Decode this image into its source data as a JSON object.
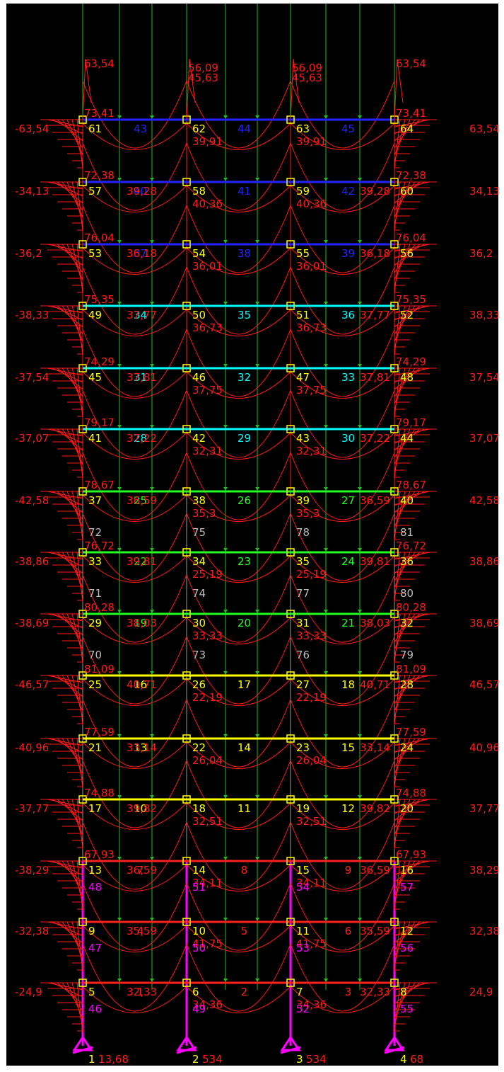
{
  "colors": {
    "background": "#000000",
    "moment": "#ff1a1a",
    "load_arrow": "#22bb22",
    "node_label": "#ffff00",
    "node_box": "#ffff00",
    "column_upper": "#999999",
    "column_lower": "#ff00ff",
    "support": "#ff00ff"
  },
  "floors": [
    {
      "level": 14,
      "color": "#2323ff",
      "nodes": [
        "61",
        "62",
        "63",
        "64"
      ],
      "beams": [
        "43",
        "44",
        "45"
      ],
      "left_moment": "-63,54",
      "right_moment": "63,54",
      "top_left": "73,41",
      "top_right": "73,41"
    },
    {
      "level": 13,
      "color": "#2323ff",
      "nodes": [
        "57",
        "58",
        "59",
        "60"
      ],
      "beams": [
        "40",
        "41",
        "42"
      ],
      "left_moment": "-34,13",
      "right_moment": "34,13",
      "top_left": "72,38",
      "top_right": "72,38"
    },
    {
      "level": 12,
      "color": "#2323ff",
      "nodes": [
        "53",
        "54",
        "55",
        "56"
      ],
      "beams": [
        "37",
        "38",
        "39"
      ],
      "left_moment": "-36,2",
      "right_moment": "36,2",
      "top_left": "76,04",
      "top_right": "76,04"
    },
    {
      "level": 11,
      "color": "#00ffff",
      "nodes": [
        "49",
        "50",
        "51",
        "52"
      ],
      "beams": [
        "34",
        "35",
        "36"
      ],
      "left_moment": "-38,33",
      "right_moment": "38,33",
      "top_left": "75,35",
      "top_right": "75,35"
    },
    {
      "level": 10,
      "color": "#00ffff",
      "nodes": [
        "45",
        "46",
        "47",
        "48"
      ],
      "beams": [
        "31",
        "32",
        "33"
      ],
      "left_moment": "-37,54",
      "right_moment": "37,54",
      "top_left": "74,29",
      "top_right": "74,29"
    },
    {
      "level": 9,
      "color": "#00ffff",
      "nodes": [
        "41",
        "42",
        "43",
        "44"
      ],
      "beams": [
        "28",
        "29",
        "30"
      ],
      "left_moment": "-37,07",
      "right_moment": "37,07",
      "top_left": "79,17",
      "top_right": "79,17"
    },
    {
      "level": 8,
      "color": "#22ff22",
      "nodes": [
        "37",
        "38",
        "39",
        "40"
      ],
      "beams": [
        "25",
        "26",
        "27"
      ],
      "left_moment": "-42,58",
      "right_moment": "42,58",
      "top_left": "78,67",
      "top_right": "78,67"
    },
    {
      "level": 7,
      "color": "#22ff22",
      "nodes": [
        "33",
        "34",
        "35",
        "36"
      ],
      "beams": [
        "22",
        "23",
        "24"
      ],
      "left_moment": "-38,86",
      "right_moment": "38,86",
      "top_left": "76,72",
      "top_right": "76,72"
    },
    {
      "level": 6,
      "color": "#22ff22",
      "nodes": [
        "29",
        "30",
        "31",
        "32"
      ],
      "beams": [
        "19",
        "20",
        "21"
      ],
      "left_moment": "-38,69",
      "right_moment": "38,69",
      "top_left": "80,28",
      "top_right": "80,28"
    },
    {
      "level": 5,
      "color": "#ffff00",
      "nodes": [
        "25",
        "26",
        "27",
        "28"
      ],
      "beams": [
        "16",
        "17",
        "18"
      ],
      "left_moment": "-46,57",
      "right_moment": "46,57",
      "top_left": "81,09",
      "top_right": "81,09"
    },
    {
      "level": 4,
      "color": "#ffff00",
      "nodes": [
        "21",
        "22",
        "23",
        "24"
      ],
      "beams": [
        "13",
        "14",
        "15"
      ],
      "left_moment": "-40,96",
      "right_moment": "40,96",
      "top_left": "77,59",
      "top_right": "77,59"
    },
    {
      "level": 3,
      "color": "#ffff00",
      "nodes": [
        "17",
        "18",
        "19",
        "20"
      ],
      "beams": [
        "10",
        "11",
        "12"
      ],
      "left_moment": "-37,77",
      "right_moment": "37,77",
      "top_left": "74,88",
      "top_right": "74,88"
    },
    {
      "level": 2,
      "color": "#ff2020",
      "nodes": [
        "13",
        "14",
        "15",
        "16"
      ],
      "beams": [
        "7",
        "8",
        "9"
      ],
      "left_moment": "-38,29",
      "right_moment": "38,29",
      "top_left": "67,93",
      "top_right": "67,93"
    },
    {
      "level": 1,
      "color": "#ff2020",
      "nodes": [
        "9",
        "10",
        "11",
        "12"
      ],
      "beams": [
        "4",
        "5",
        "6"
      ],
      "left_moment": "-32,38",
      "right_moment": "32,38",
      "top_left": "",
      "top_right": ""
    },
    {
      "level": 0,
      "color": "#ff2020",
      "nodes": [
        "5",
        "6",
        "7",
        "8"
      ],
      "beams": [
        "1",
        "2",
        "3"
      ],
      "left_moment": "-24,9",
      "right_moment": "24,9",
      "top_left": "",
      "top_right": ""
    }
  ],
  "beam_span_values": [
    [
      "39,28",
      "39,28"
    ],
    [
      "36,18",
      "36,18"
    ],
    [
      "37,77",
      "37,77"
    ],
    [
      "37,81",
      "37,81"
    ],
    [
      "37,22",
      "37,22"
    ],
    [
      "36,59",
      "36,59"
    ],
    [
      "39,81",
      "39,81"
    ],
    [
      "38,03",
      "38,03"
    ],
    [
      "40,71",
      "40,71"
    ],
    [
      "33,14",
      "33,14"
    ],
    [
      "39,82",
      "39,82"
    ],
    [
      "36,59",
      "36,59"
    ],
    [
      "35,59",
      "35,59"
    ],
    [
      "32,33",
      "32,33"
    ]
  ],
  "top_moments": {
    "outer": "63,54",
    "inner_1": "56,09",
    "inner_2": "45,63"
  },
  "column_labels": {
    "upper": [
      [
        "72",
        "75",
        "78",
        "81"
      ],
      [
        "71",
        "74",
        "77",
        "80"
      ],
      [
        "70",
        "73",
        "76",
        "79"
      ]
    ],
    "lower": [
      [
        "48",
        "51",
        "54",
        "57"
      ],
      [
        "47",
        "50",
        "53",
        "56"
      ],
      [
        "46",
        "49",
        "52",
        "55"
      ]
    ]
  },
  "column_moments": [
    "39,91",
    "40,36",
    "36,01",
    "36,73",
    "37,75",
    "32,31",
    "35,3",
    "25,19",
    "33,33",
    "22,19",
    "26,04",
    "32,51",
    "34,11",
    "41,75",
    "34,36"
  ],
  "supports": [
    {
      "node": "1",
      "reaction": "13,68"
    },
    {
      "node": "2",
      "reaction": "534"
    },
    {
      "node": "3",
      "reaction": "534"
    },
    {
      "node": "4",
      "reaction": "68"
    }
  ]
}
